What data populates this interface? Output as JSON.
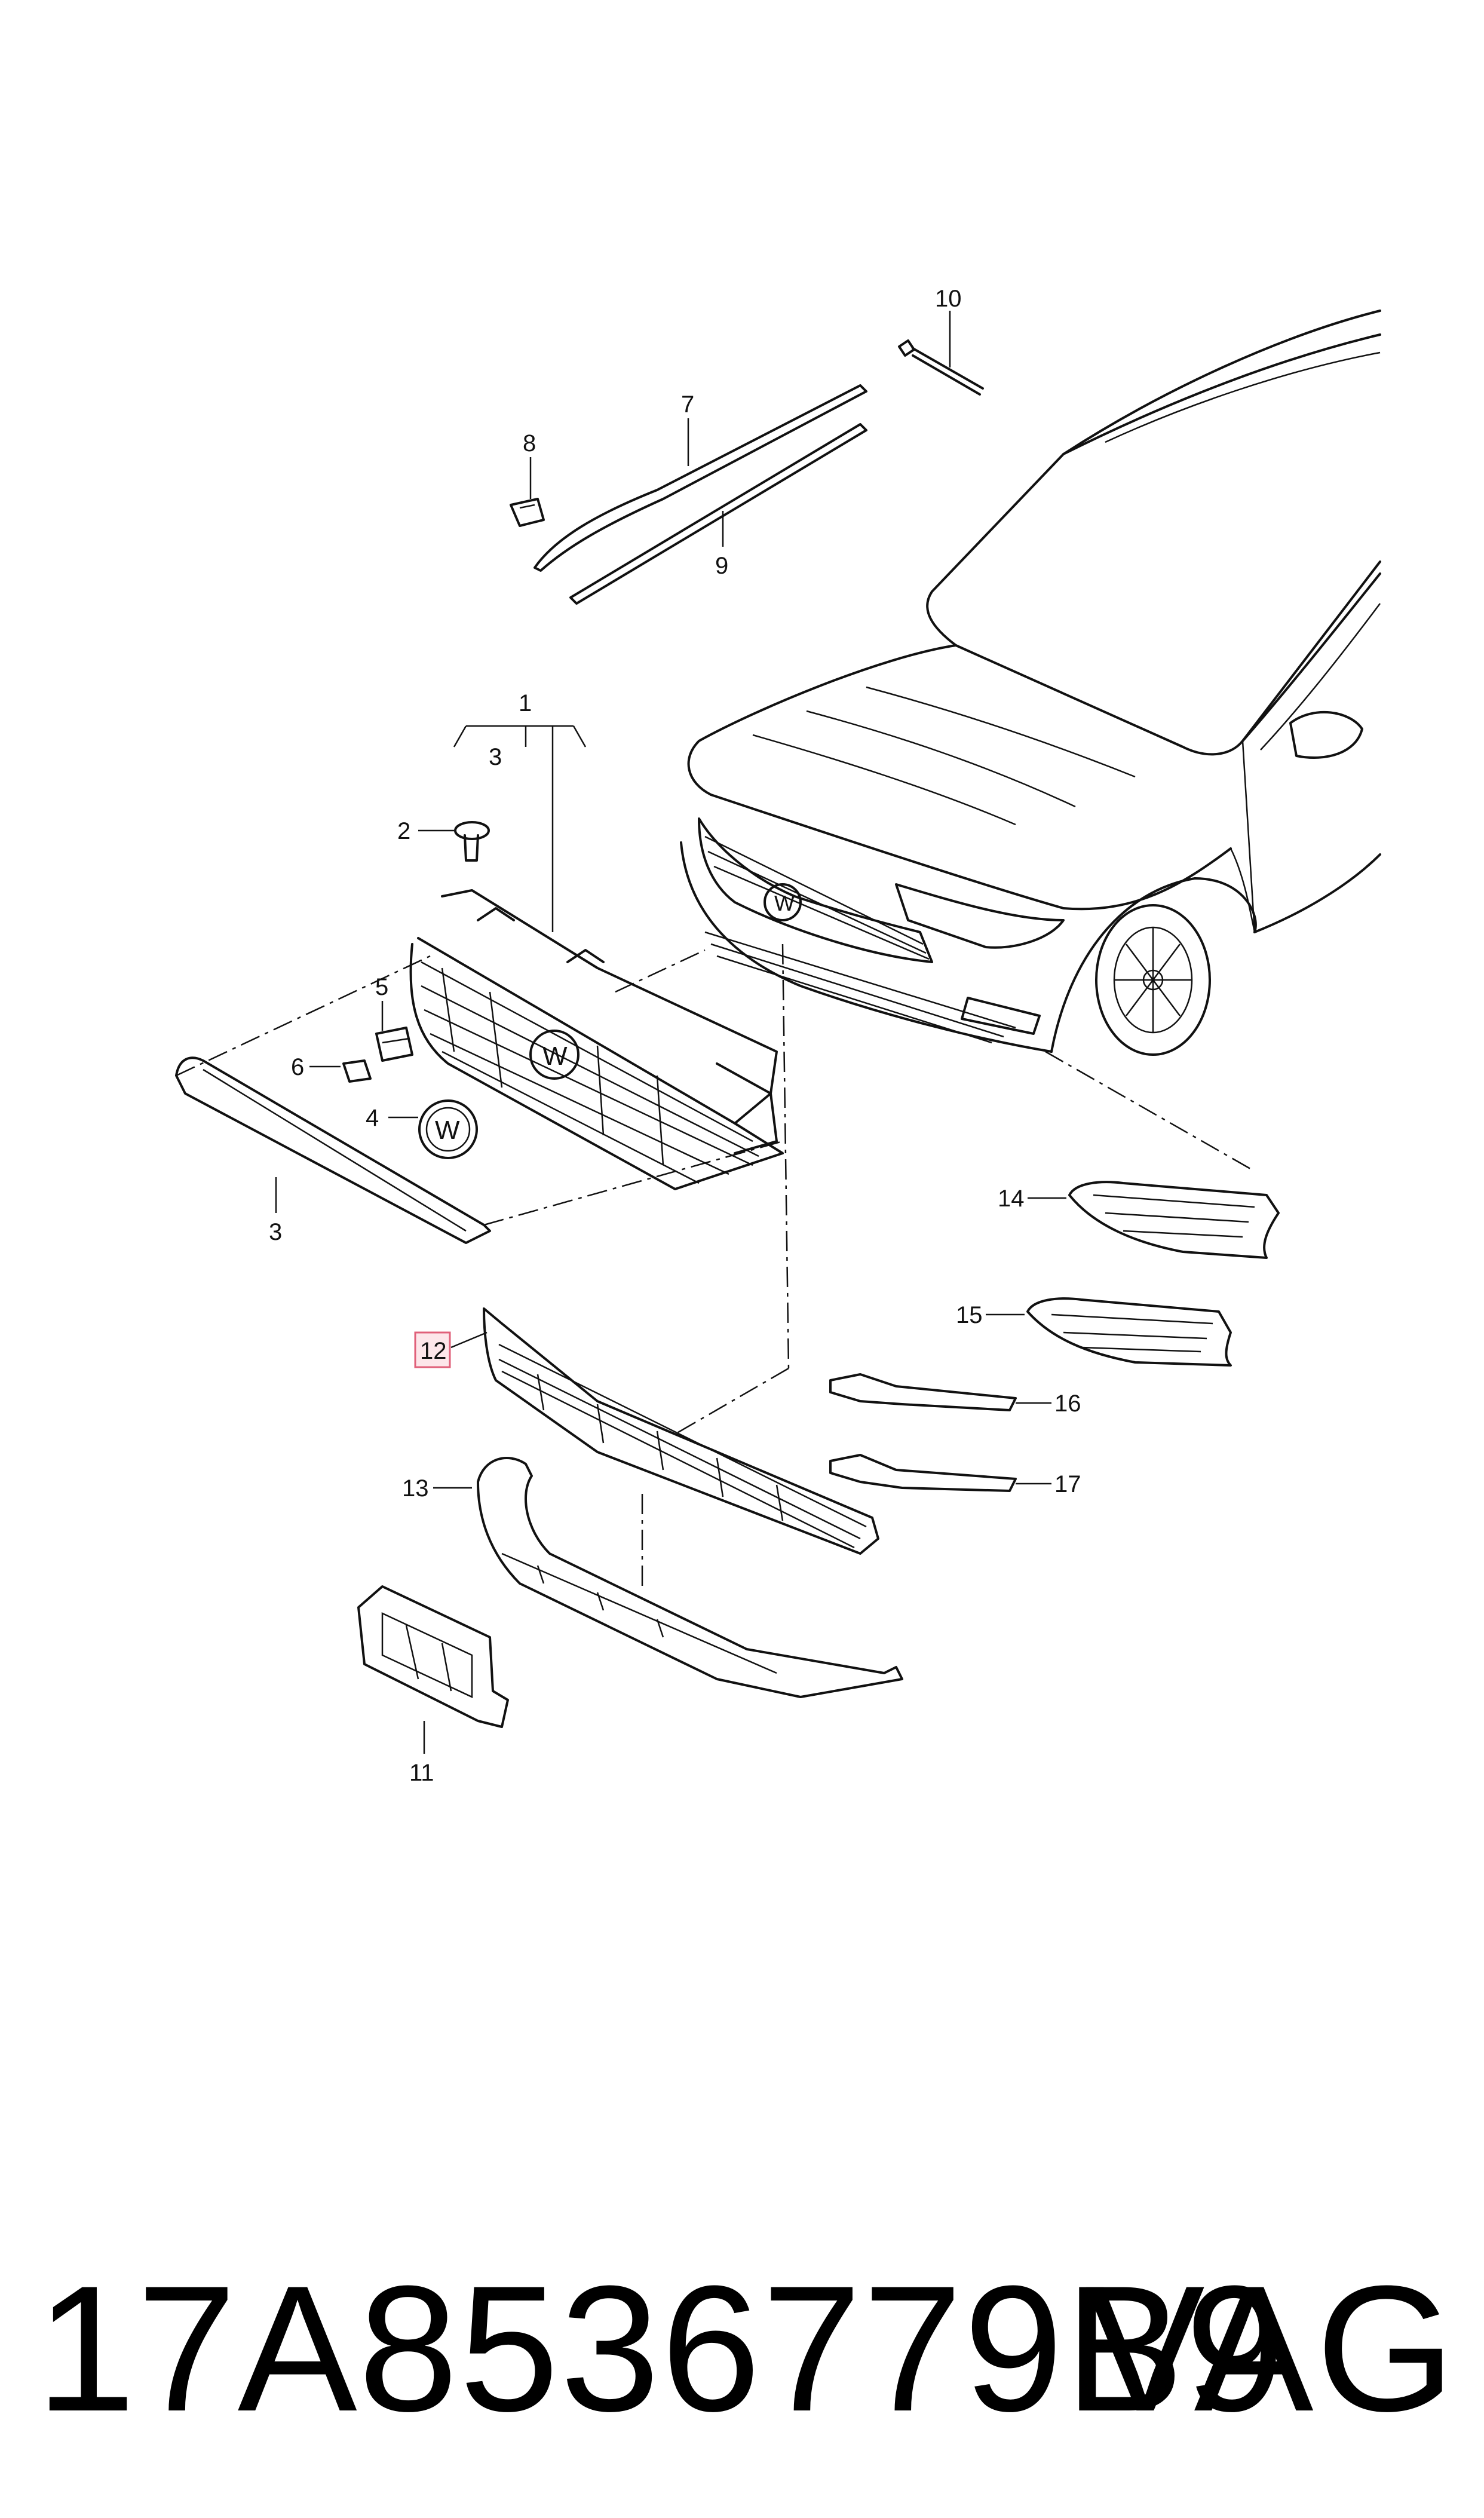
{
  "callouts": {
    "c1": "1",
    "c2": "2",
    "c3a": "3",
    "c3b": "3",
    "c4": "4",
    "c5": "5",
    "c6": "6",
    "c7": "7",
    "c8": "8",
    "c9": "9",
    "c10": "10",
    "c11": "11",
    "c12": "12",
    "c13": "13",
    "c14": "14",
    "c15": "15",
    "c16": "16",
    "c17": "17"
  },
  "highlighted_callout": "12",
  "footer": {
    "part_number": "17A8536779B9",
    "brand": "VAG"
  },
  "colors": {
    "line": "#111111",
    "highlight_fill": "#fde6ea",
    "highlight_stroke": "#e0607a"
  }
}
